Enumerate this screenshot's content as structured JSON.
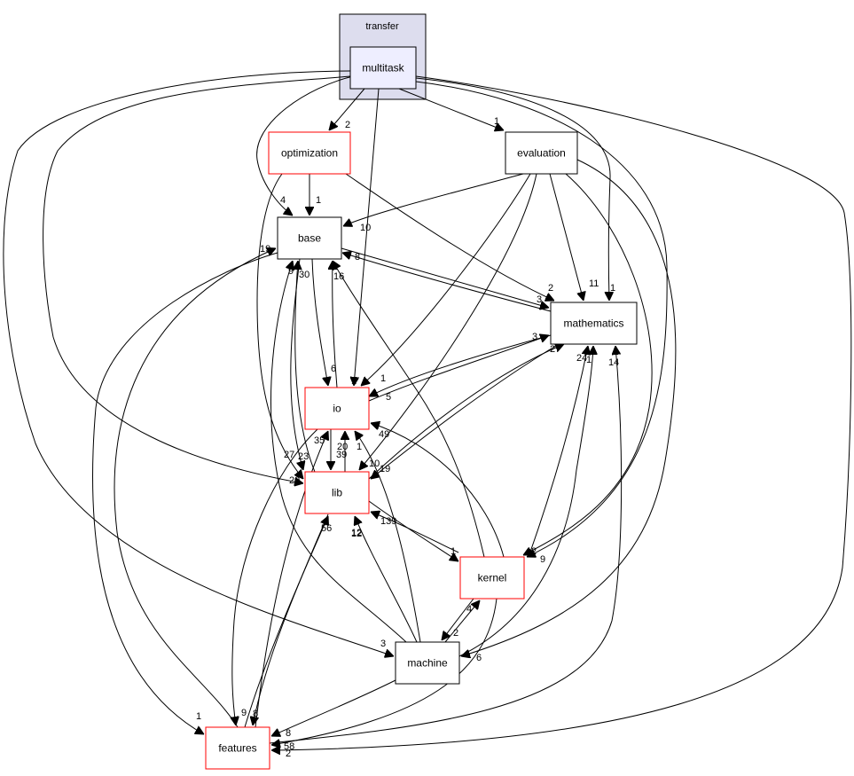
{
  "cluster": {
    "label": "transfer"
  },
  "nodes": {
    "multitask": {
      "label": "multitask",
      "fill": "#eeeeff",
      "border": "#000000"
    },
    "optimization": {
      "label": "optimization",
      "fill": "#ffffff",
      "border": "#ff0000"
    },
    "evaluation": {
      "label": "evaluation",
      "fill": "#ffffff",
      "border": "#000000"
    },
    "base": {
      "label": "base",
      "fill": "#ffffff",
      "border": "#000000"
    },
    "mathematics": {
      "label": "mathematics",
      "fill": "#ffffff",
      "border": "#000000"
    },
    "io": {
      "label": "io",
      "fill": "#ffffff",
      "border": "#ff0000"
    },
    "lib": {
      "label": "lib",
      "fill": "#ffffff",
      "border": "#ff0000"
    },
    "kernel": {
      "label": "kernel",
      "fill": "#ffffff",
      "border": "#ff0000"
    },
    "machine": {
      "label": "machine",
      "fill": "#ffffff",
      "border": "#000000"
    },
    "features": {
      "label": "features",
      "fill": "#ffffff",
      "border": "#ff0000"
    }
  },
  "edges": [
    {
      "from": "multitask",
      "to": "optimization",
      "label": "2"
    },
    {
      "from": "multitask",
      "to": "evaluation",
      "label": "1"
    },
    {
      "from": "multitask",
      "to": "base",
      "label": "4"
    },
    {
      "from": "multitask",
      "to": "mathematics",
      "label": "1"
    },
    {
      "from": "multitask",
      "to": "io",
      "label": "1"
    },
    {
      "from": "multitask",
      "to": "lib",
      "label": "29"
    },
    {
      "from": "multitask",
      "to": "kernel",
      "label": "9"
    },
    {
      "from": "multitask",
      "to": "machine",
      "label": "3"
    },
    {
      "from": "multitask",
      "to": "features",
      "label": "2"
    },
    {
      "from": "optimization",
      "to": "base",
      "label": "1"
    },
    {
      "from": "optimization",
      "to": "mathematics",
      "label": "2"
    },
    {
      "from": "optimization",
      "to": "lib",
      "label": "23"
    },
    {
      "from": "evaluation",
      "to": "base",
      "label": "10"
    },
    {
      "from": "evaluation",
      "to": "mathematics",
      "label": "11"
    },
    {
      "from": "evaluation",
      "to": "io",
      "label": "1"
    },
    {
      "from": "evaluation",
      "to": "lib",
      "label": "19"
    },
    {
      "from": "evaluation",
      "to": "kernel",
      "label": "2"
    },
    {
      "from": "evaluation",
      "to": "machine",
      "label": "6"
    },
    {
      "from": "base",
      "to": "mathematics",
      "label": "3"
    },
    {
      "from": "base",
      "to": "io",
      "label": "6"
    },
    {
      "from": "base",
      "to": "lib",
      "label": "27"
    },
    {
      "from": "base",
      "to": "features",
      "label": "1"
    },
    {
      "from": "mathematics",
      "to": "base",
      "label": "8"
    },
    {
      "from": "mathematics",
      "to": "io",
      "label": "5"
    },
    {
      "from": "mathematics",
      "to": "lib",
      "label": "10"
    },
    {
      "from": "io",
      "to": "base",
      "label": "16"
    },
    {
      "from": "io",
      "to": "mathematics",
      "label": "3"
    },
    {
      "from": "io",
      "to": "lib",
      "label": "39"
    },
    {
      "from": "io",
      "to": "features",
      "label": "9"
    },
    {
      "from": "lib",
      "to": "base",
      "label": "30"
    },
    {
      "from": "lib",
      "to": "mathematics",
      "label": "27"
    },
    {
      "from": "lib",
      "to": "io",
      "label": "20"
    },
    {
      "from": "lib",
      "to": "kernel",
      "label": "1"
    },
    {
      "from": "lib",
      "to": "features",
      "label": "8"
    },
    {
      "from": "kernel",
      "to": "base",
      "label": "12"
    },
    {
      "from": "kernel",
      "to": "mathematics",
      "label": "24"
    },
    {
      "from": "kernel",
      "to": "io",
      "label": "49"
    },
    {
      "from": "kernel",
      "to": "lib",
      "label": "139"
    },
    {
      "from": "kernel",
      "to": "machine",
      "label": "2"
    },
    {
      "from": "kernel",
      "to": "features",
      "label": "58"
    },
    {
      "from": "machine",
      "to": "base",
      "label": "9"
    },
    {
      "from": "machine",
      "to": "mathematics",
      "label": "1"
    },
    {
      "from": "machine",
      "to": "io",
      "label": "1"
    },
    {
      "from": "machine",
      "to": "lib",
      "label": "12"
    },
    {
      "from": "machine",
      "to": "kernel",
      "label": "4"
    },
    {
      "from": "machine",
      "to": "features",
      "label": "8"
    },
    {
      "from": "features",
      "to": "base",
      "label": "19"
    },
    {
      "from": "features",
      "to": "mathematics",
      "label": "14"
    },
    {
      "from": "features",
      "to": "io",
      "label": "35"
    },
    {
      "from": "features",
      "to": "lib",
      "label": "56"
    }
  ]
}
